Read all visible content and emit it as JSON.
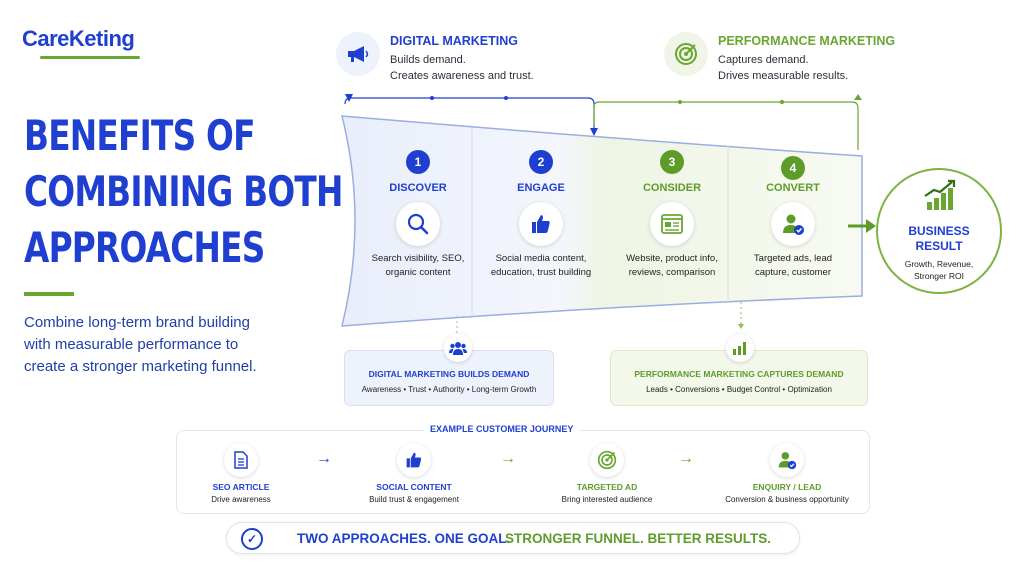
{
  "brand": {
    "logo_text": "CareKeting"
  },
  "colors": {
    "blue": "#1f3fd0",
    "green": "#6aa630",
    "light_blue": "#eef2fb",
    "light_green": "#f0f5e8"
  },
  "headline": {
    "line1": "BENEFITS OF",
    "line2": "COMBINING BOTH",
    "line3": "APPROACHES"
  },
  "intro": "Combine long-term brand building with measurable performance to create a stronger marketing funnel.",
  "digital": {
    "icon": "megaphone-icon",
    "title": "DIGITAL MARKETING",
    "line1": "Builds demand.",
    "line2": "Creates awareness and trust."
  },
  "performance": {
    "icon": "target-icon",
    "title": "PERFORMANCE MARKETING",
    "line1": "Captures demand.",
    "line2": "Drives measurable results."
  },
  "stages": [
    {
      "number": "1",
      "title": "DISCOVER",
      "icon": "search-icon",
      "desc": "Search visibility, SEO, organic content"
    },
    {
      "number": "2",
      "title": "ENGAGE",
      "icon": "thumbs-up-icon",
      "desc": "Social media content, education, trust building"
    },
    {
      "number": "3",
      "title": "CONSIDER",
      "icon": "webpage-icon",
      "desc": "Website, product info, reviews, comparison"
    },
    {
      "number": "4",
      "title": "CONVERT",
      "icon": "user-check-icon",
      "desc": "Targeted ads, lead capture, customer"
    }
  ],
  "result": {
    "icon": "growth-chart-icon",
    "title_line1": "BUSINESS",
    "title_line2": "RESULT",
    "sub_line1": "Growth, Revenue,",
    "sub_line2": "Stronger ROI"
  },
  "digital_demand": {
    "icon": "people-icon",
    "title": "DIGITAL MARKETING BUILDS DEMAND",
    "sub": "Awareness • Trust • Authority • Long-term Growth"
  },
  "performance_demand": {
    "icon": "bar-chart-icon",
    "title": "PERFORMANCE MARKETING CAPTURES DEMAND",
    "sub": "Leads • Conversions • Budget Control • Optimization"
  },
  "journey": {
    "title": "EXAMPLE CUSTOMER JOURNEY",
    "steps": [
      {
        "icon": "document-icon",
        "title": "SEO ARTICLE",
        "sub": "Drive awareness"
      },
      {
        "icon": "thumbs-up-icon",
        "title": "SOCIAL CONTENT",
        "sub": "Build trust & engagement"
      },
      {
        "icon": "target-icon",
        "title": "TARGETED AD",
        "sub": "Bring interested audience"
      },
      {
        "icon": "user-check-icon",
        "title": "ENQUIRY / LEAD",
        "sub": "Conversion & business opportunity"
      }
    ],
    "arrow": "→"
  },
  "tagline": {
    "part1": "TWO APPROACHES. ONE GOAL.",
    "part2": "STRONGER FUNNEL. BETTER RESULTS."
  }
}
